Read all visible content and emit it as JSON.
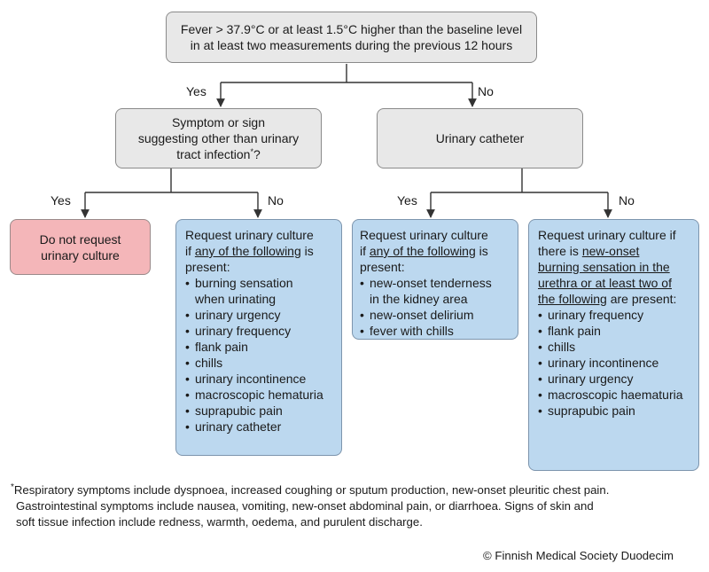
{
  "top": {
    "line1_pre": "Fever > 37.9",
    "line1_unit_a": "°C",
    "line1_mid": " or at least 1.5",
    "line1_unit_b": "°C",
    "line1_post": " higher than the baseline level",
    "line2": "in at least two measurements during the previous 12 hours"
  },
  "labels": {
    "yes": "Yes",
    "no": "No"
  },
  "symptom": {
    "line1": "Symptom or sign",
    "line2": "suggesting other than urinary",
    "line3": "tract infection",
    "star": "*",
    "q": "?"
  },
  "catheter": {
    "text": "Urinary catheter"
  },
  "no_culture": {
    "line1": "Do not request",
    "line2": "urinary culture"
  },
  "box_a": {
    "intro1": "Request urinary culture",
    "intro2_pre": "if ",
    "intro2_u": "any of the following",
    "intro2_post": " is",
    "intro3": "present:",
    "items": [
      "burning sensation",
      "when urinating",
      "urinary urgency",
      "urinary frequency",
      "flank pain",
      "chills",
      "urinary incontinence",
      "macroscopic hematuria",
      "suprapubic pain",
      "urinary catheter"
    ]
  },
  "box_b": {
    "intro1": "Request urinary culture",
    "intro2_pre": "if ",
    "intro2_u": "any of the following",
    "intro2_post": " is",
    "intro3": "present:",
    "items": [
      "new-onset tenderness",
      "in the kidney area",
      "new-onset delirium",
      "fever with chills"
    ]
  },
  "box_c": {
    "intro1": "Request urinary culture if",
    "intro2_pre": "there is ",
    "intro2_u": "new-onset",
    "intro3_u": "burning sensation in the",
    "intro4_u": "urethra or at least two of",
    "intro5_u": "the following",
    "intro5_post": " are present:",
    "items": [
      "urinary frequency",
      "flank pain",
      "chills",
      "urinary incontinence",
      "urinary urgency",
      "macroscopic haematuria",
      "suprapubic pain"
    ]
  },
  "footnote": {
    "star": "*",
    "line1": "Respiratory symptoms include dyspnoea, increased coughing or sputum production, new-onset pleuritic chest pain.",
    "line2": "Gastrointestinal symptoms include nausea, vomiting, new-onset abdominal pain, or diarrhoea. Signs of skin and",
    "line3": "soft tissue infection include redness, warmth, oedema, and purulent discharge."
  },
  "copyright": "© Finnish Medical Society Duodecim",
  "colors": {
    "gray_box": "#e8e8e8",
    "pink_box": "#f4b6b9",
    "blue_box": "#bcd8ef",
    "line": "#333333"
  }
}
